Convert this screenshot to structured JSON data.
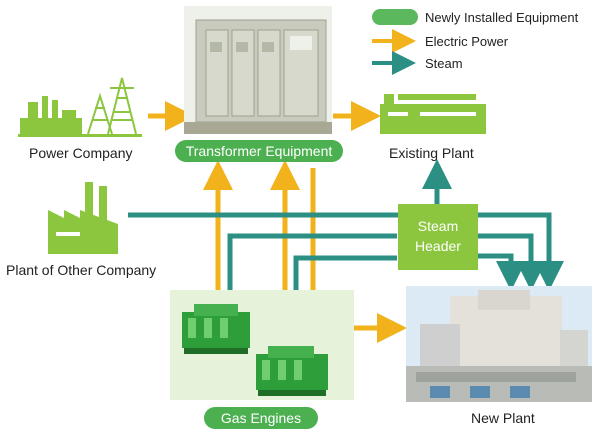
{
  "legend": {
    "items": [
      {
        "label": "Newly Installed Equipment",
        "icon": "green-pill-swatch",
        "color": "#5cb85c"
      },
      {
        "label": "Electric Power",
        "icon": "orange-arrow",
        "color": "#f2b21b"
      },
      {
        "label": "Steam",
        "icon": "teal-arrow",
        "color": "#2b8f84"
      }
    ]
  },
  "nodes": {
    "power_company": "Power Company",
    "transformer": "Transformer Equipment",
    "existing_plant": "Existing Plant",
    "other_company": "Plant of Other Company",
    "steam_header_line1": "Steam",
    "steam_header_line2": "Header",
    "gas_engines": "Gas Engines",
    "new_plant": "New Plant"
  },
  "colors": {
    "electric": "#f2b21b",
    "steam": "#2b8f84",
    "new_equipment": "#4caf50",
    "icon_green": "#8cc63f"
  }
}
